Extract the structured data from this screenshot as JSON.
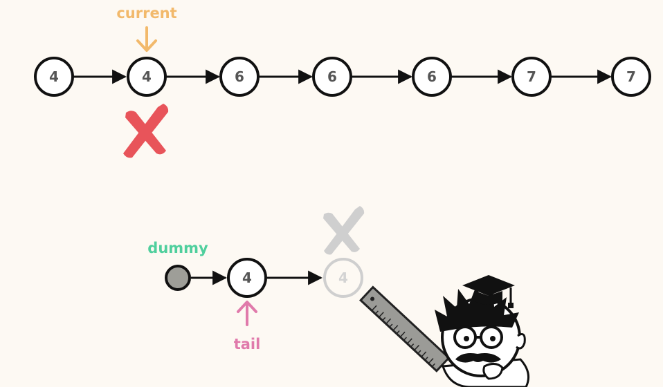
{
  "colors": {
    "background": "#fdf9f3",
    "node_stroke": "#111111",
    "node_fill": "#ffffff",
    "node_text": "#555555",
    "current_pointer": "#f2b96b",
    "tail_pointer": "#e07aab",
    "dummy_label": "#4fcf9d",
    "dummy_fill": "#9e9e98",
    "delete_mark": "#e8545a",
    "faded": "#cfcfcf"
  },
  "top_list": {
    "values": [
      "4",
      "4",
      "6",
      "6",
      "6",
      "7",
      "7"
    ]
  },
  "current_pointer": {
    "label": "current",
    "target_index": 1
  },
  "deleted_mark": {
    "icon": "x-mark-icon",
    "target_index": 1
  },
  "bottom_list": {
    "dummy_label": "dummy",
    "values": [
      "4"
    ],
    "faded_value": "4"
  },
  "tail_pointer": {
    "label": "tail"
  },
  "mascot": {
    "icon": "professor-mascot-icon",
    "props": [
      "graduation-cap-icon",
      "ruler-icon"
    ]
  }
}
